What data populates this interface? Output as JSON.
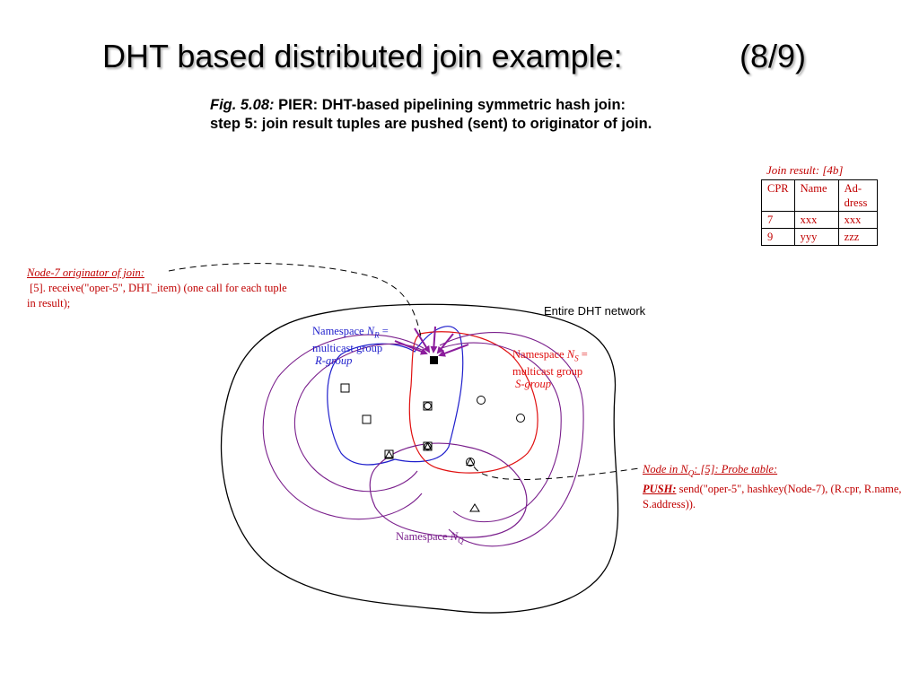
{
  "slide": {
    "title": "DHT based distributed join example:",
    "page_indicator": "(8/9)"
  },
  "caption": {
    "fig_label": "Fig. 5.08:",
    "line1": "PIER: DHT-based pipelining symmetric hash join:",
    "line2": "step 5: join result tuples are pushed (sent) to originator of join."
  },
  "join_result": {
    "title": "Join result: [4b]",
    "headers": [
      "CPR",
      "Name",
      "Ad-dress"
    ],
    "rows": [
      [
        "7",
        "xxx",
        "xxx"
      ],
      [
        "9",
        "yyy",
        "zzz"
      ]
    ]
  },
  "originator_note": {
    "heading": "Node-7 originator of join:",
    "body": "[5]. receive(\"oper-5\", DHT_item) (one call for each tuple in result);"
  },
  "probe_note": {
    "heading_prefix": "Node in N",
    "heading_sub": "Q",
    "heading_suffix": ": [5]: Probe table:",
    "push_label": "PUSH:",
    "push_text": "send(\"oper-5\", hashkey(Node-7), (R.cpr, R.name, S.address))."
  },
  "labels": {
    "entire_network": "Entire DHT network",
    "namespace_r": {
      "prefix": "Namespace ",
      "var": "N",
      "sub": "R",
      "suffix": " =",
      "line2": "multicast group",
      "line3": "R-group"
    },
    "namespace_s": {
      "prefix": "Namespace ",
      "var": "N",
      "sub": "S",
      "suffix": " =",
      "line2": "multicast group",
      "line3": "S-group"
    },
    "namespace_q": {
      "prefix": "Namespace ",
      "var": "N",
      "sub": "Q"
    }
  },
  "colors": {
    "r_group": "#1f1fcc",
    "s_group": "#e01010",
    "q_group": "#7a1f8c",
    "push_arrows": "#8b1c9c",
    "note_text": "#c00000"
  }
}
